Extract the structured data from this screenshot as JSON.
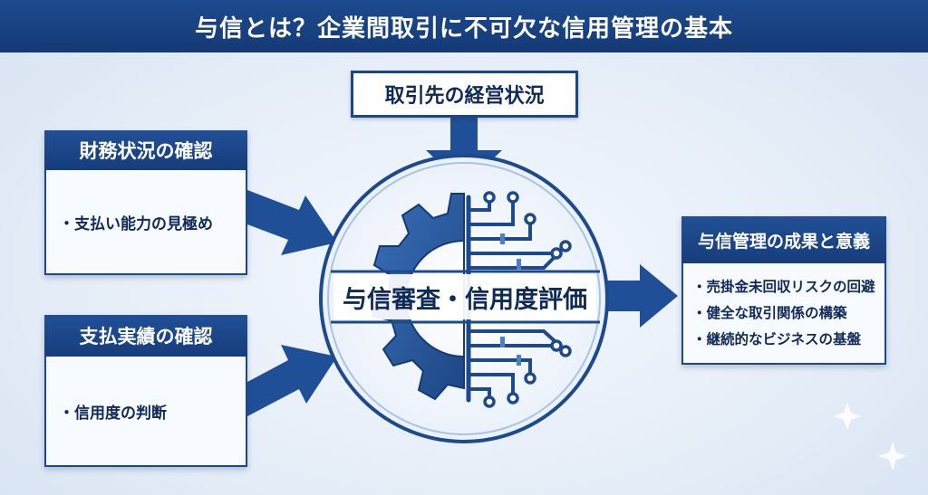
{
  "title": "与信とは？企業間取引に不可欠な信用管理の基本",
  "top_input": "取引先の経営状況",
  "center": "与信審査・信用度評価",
  "panels": {
    "financial": {
      "header": "財務状況の確認",
      "items": [
        "・支払い能力の見極め"
      ]
    },
    "payment": {
      "header": "支払実績の確認",
      "items": [
        "・信用度の判断"
      ]
    },
    "outcome": {
      "header": "与信管理の成果と意義",
      "items": [
        "・売掛金未回収リスクの回避",
        "・健全な取引関係の構築",
        "・継続的なビジネスの基盤"
      ]
    }
  },
  "colors": {
    "navy": "#163d7b",
    "arrow": "#1f4f96",
    "gear": "#2d5ea8",
    "circuit": "#1d4a8c",
    "background": "#e6eef8"
  },
  "icons": [
    "gear-icon",
    "circuit-icon",
    "sparkle-icon"
  ]
}
